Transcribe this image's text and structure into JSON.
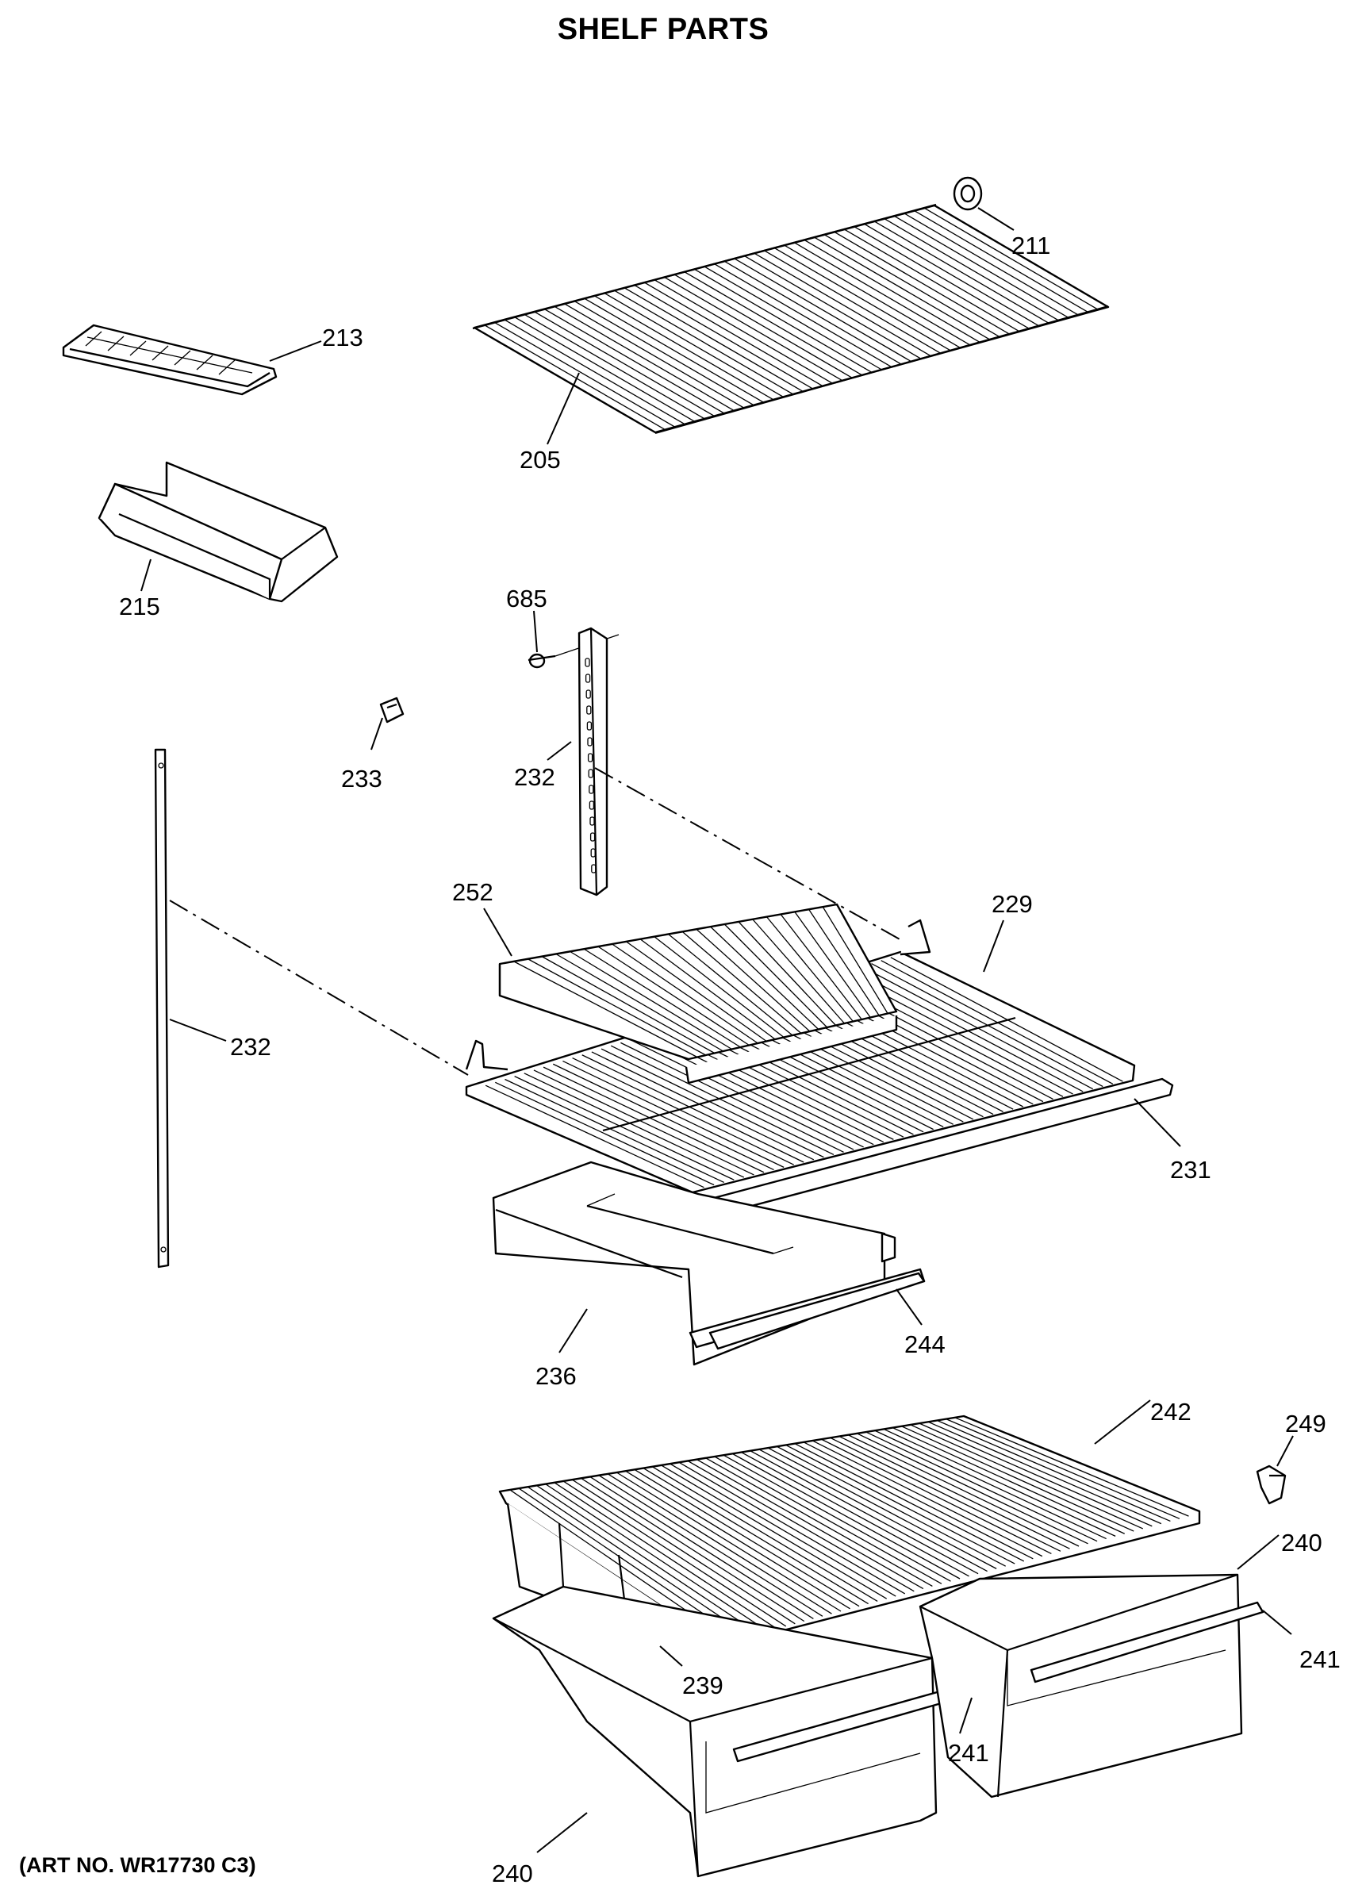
{
  "title": "SHELF PARTS",
  "art_number": "(ART NO. WR17730 C3)",
  "callouts": {
    "p211": "211",
    "p213": "213",
    "p205": "205",
    "p215": "215",
    "p685": "685",
    "p233": "233",
    "p232_upper": "232",
    "p252": "252",
    "p229": "229",
    "p232_lower": "232",
    "p231": "231",
    "p244": "244",
    "p236": "236",
    "p242": "242",
    "p249": "249",
    "p240_right": "240",
    "p241_right": "241",
    "p239": "239",
    "p241_left": "241",
    "p240_left": "240"
  }
}
